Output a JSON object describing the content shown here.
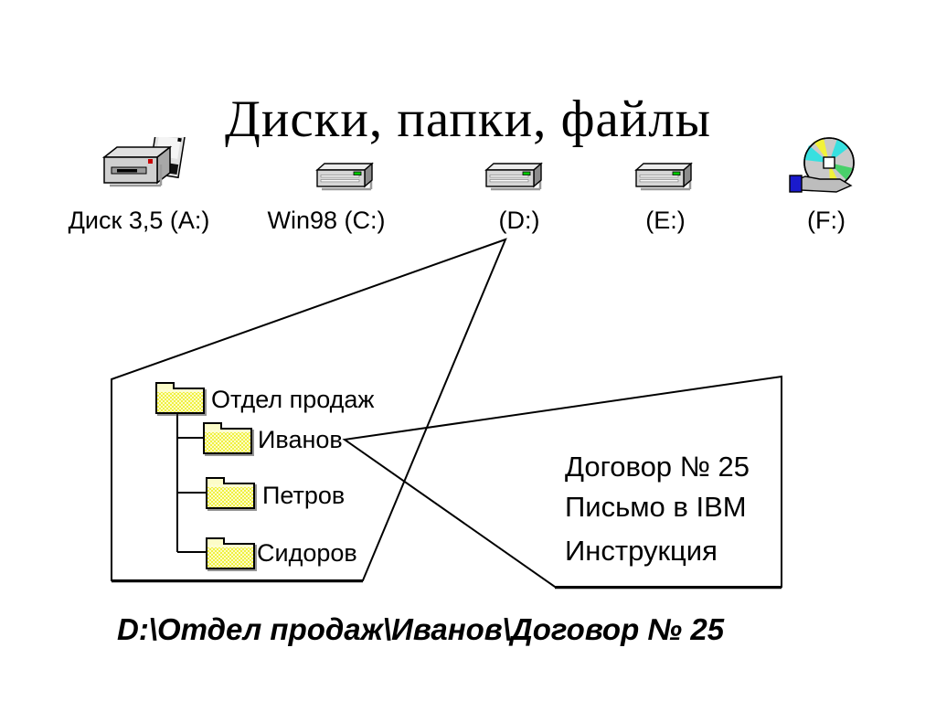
{
  "slide": {
    "title": "Диски, папки, файлы",
    "path_bar": "D:\\Отдел продаж\\Иванов\\Договор № 25"
  },
  "drives": [
    {
      "label": "Диск 3,5 (A:)",
      "icon": "floppy-drive-icon"
    },
    {
      "label": "Win98 (C:)",
      "icon": "hard-drive-icon"
    },
    {
      "label": "(D:)",
      "icon": "hard-drive-icon"
    },
    {
      "label": "(E:)",
      "icon": "hard-drive-icon"
    },
    {
      "label": "(F:)",
      "icon": "cd-rom-drive-icon"
    }
  ],
  "folder_tree": {
    "root": "Отдел продаж",
    "children": [
      "Иванов",
      "Петров",
      "Сидоров"
    ]
  },
  "files": [
    "Договор № 25",
    "Письмо в IBM",
    "Инструкция"
  ],
  "colors": {
    "line": "#000000",
    "folder_fill": "#f0f040",
    "folder_fill_light": "#fcfcc8",
    "led_green": "#00cc00",
    "drive_gray": "#d6d6d6",
    "cd_blue": "#1a1acc"
  }
}
